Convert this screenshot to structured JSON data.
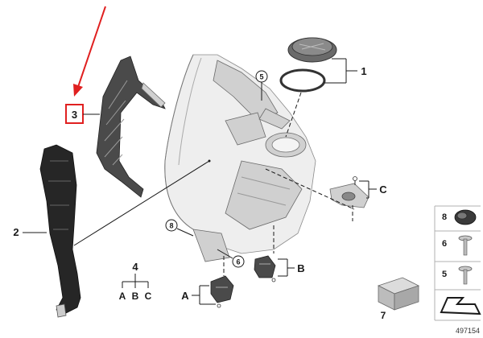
{
  "callouts": {
    "c1": "1",
    "c2": "2",
    "c3": "3",
    "c4": "4",
    "c5": "5",
    "c6": "6",
    "c8": "8",
    "cA": "A",
    "cB": "B",
    "cC": "C",
    "sub_a": "A",
    "sub_b": "B",
    "sub_c": "C"
  },
  "legend": {
    "item8": "8",
    "item6": "6",
    "item5": "5",
    "item7": "7"
  },
  "footer": {
    "diagram_number": "497154"
  },
  "colors": {
    "highlight": "#e02020",
    "ink": "#1a1a1a"
  }
}
